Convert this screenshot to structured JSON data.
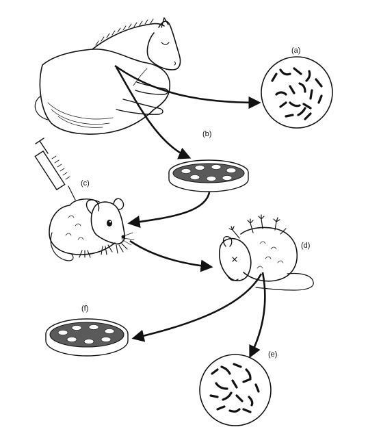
{
  "labels": {
    "a": "(a)",
    "b": "(b)",
    "c": "(c)",
    "d": "(d)",
    "e": "(e)",
    "f": "(f)"
  },
  "icons": [
    "horse-icon",
    "syringe-icon",
    "mouse-icon",
    "dead-mouse-icon",
    "petri-dish-icon",
    "bacteria-circle-icon"
  ],
  "colors": {
    "ink": "#111111",
    "agar": "#5a5a5a",
    "background": "#ffffff"
  }
}
